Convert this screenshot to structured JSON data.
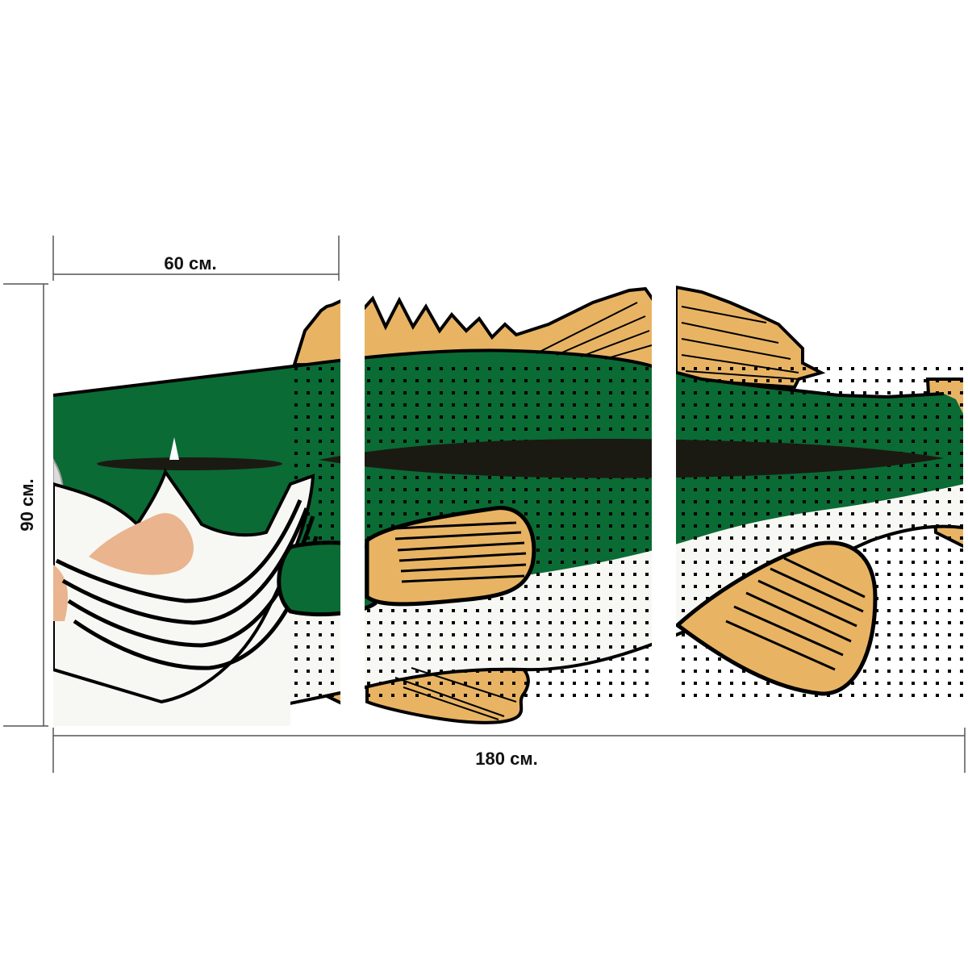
{
  "dimensions": {
    "panel_width": "60 см.",
    "total_width": "180 см.",
    "height": "90 см."
  },
  "artwork": {
    "panel_count": 3,
    "colors": {
      "body_green": "#0a6b34",
      "fin_orange": "#e8b464",
      "gill_peach": "#e9b48e",
      "belly_white": "#f7f8f3",
      "lateral_line": "#1b1a12",
      "outline": "#000000",
      "line_grey": "#555555"
    }
  }
}
